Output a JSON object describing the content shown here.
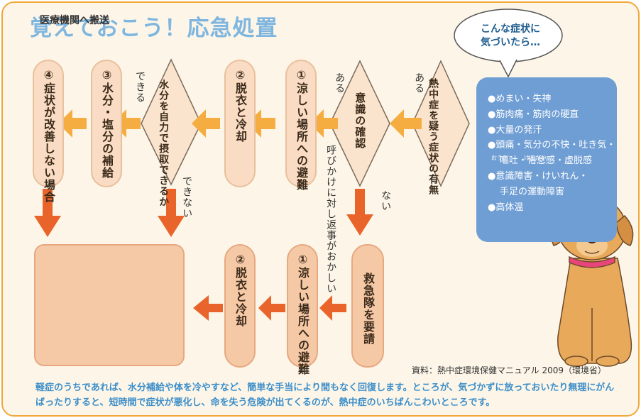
{
  "title": "覚えておこう！応急処置",
  "bubble": {
    "line1": "こんな症状に",
    "line2": "気づいたら…"
  },
  "symptoms": [
    "●めまい・失神",
    "●筋肉痛・筋肉の硬直",
    "●大量の発汗",
    "●頭痛・気分の不快・吐き気・",
    "嘔吐・倦怠感・虚脱感",
    "●意識障害・けいれん・",
    "手足の運動障害",
    "●高体温"
  ],
  "furigana": {
    "vomit": "おうと",
    "fatigue": "けんたい"
  },
  "diamonds": {
    "check_symptom": "熱中症を疑う症状の有無",
    "consciousness": "意識の確認",
    "water_self": "水分を自力で摂取できるか"
  },
  "labels": {
    "aru1": "ある",
    "aru2": "ある",
    "nai": "ない",
    "call_abnormal": "呼びかけに対し返事がおかしい",
    "dekiru": "できる",
    "dekinai": "できない"
  },
  "top_steps": [
    "①涼しい場所への避難",
    "②脱衣と冷却",
    "③水分・塩分の補給",
    "④症状が改善しない場合"
  ],
  "bottom_steps": [
    "救急隊を要請",
    "①涼しい場所への避難",
    "②脱衣と冷却"
  ],
  "hospital": "医療機関へ搬送",
  "source": "資料：熱中症環境保健マニュアル 2009（環境省）",
  "footer": "軽症のうちであれば、水分補給や体を冷やすなど、簡単な手当により間もなく回復します。ところが、気づかずに放っておいたり無理にがんばったりすると、短時間で症状が悪化し、命を失う危険が出てくるのが、熱中症のいちばんこわいところです。",
  "colors": {
    "title": "#7fb6df",
    "arrow_light": "#f5ac40",
    "arrow_dark": "#e8642a",
    "symptom_box": "#6f9ed4",
    "pill": "#f9dcc3",
    "pill_dark": "#f6c9a6"
  }
}
